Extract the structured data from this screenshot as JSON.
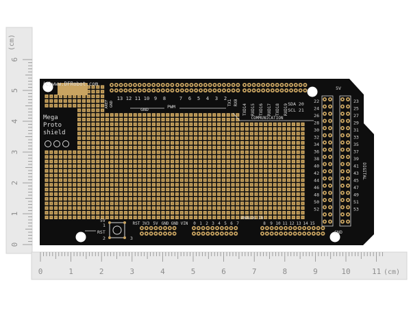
{
  "ruler_vertical": {
    "unit": "(cm)",
    "ticks": [
      "0",
      "1",
      "2",
      "3",
      "4",
      "5",
      "6"
    ]
  },
  "ruler_horizontal": {
    "unit": "(cm)",
    "ticks": [
      "0",
      "1",
      "2",
      "3",
      "4",
      "5",
      "6",
      "7",
      "8",
      "9",
      "10",
      "11"
    ]
  },
  "board": {
    "copyright": "(c)www.DFRobot.com",
    "title_lines": [
      "Mega",
      "Proto",
      "shield"
    ],
    "top_labels": {
      "aref": "AREF",
      "gnd_small": "GND",
      "pins_a": [
        "13",
        "12",
        "11",
        "10",
        "9",
        "8"
      ],
      "pins_b": [
        "7",
        "6",
        "5",
        "4",
        "3",
        "2"
      ],
      "tx": "TX1",
      "rx": "RX0",
      "gnd": "GND",
      "pwm": "PWM",
      "comm_pins": [
        "TXD14",
        "RXD15",
        "TXD16",
        "RXD17",
        "TXD18",
        "RXD19"
      ],
      "sda": "SDA 20",
      "scl": "SCL 21",
      "communication": "COMMUNICATION"
    },
    "right_header": {
      "top_label": "5V",
      "bottom_label": "GND",
      "left_nums": [
        "22",
        "24",
        "26",
        "28",
        "30",
        "32",
        "34",
        "36",
        "38",
        "40",
        "42",
        "44",
        "46",
        "48",
        "50",
        "52"
      ],
      "right_nums": [
        "23",
        "25",
        "27",
        "29",
        "31",
        "33",
        "35",
        "37",
        "39",
        "41",
        "43",
        "45",
        "47",
        "49",
        "51",
        "53"
      ],
      "digital": "DIGITAL"
    },
    "bottom_labels": {
      "power": [
        "RST",
        "3V3",
        "5V",
        "GND",
        "GND",
        "VIN"
      ],
      "analog_title": "ANALOG IN",
      "analog_a": [
        "0",
        "1",
        "2",
        "3",
        "4",
        "5",
        "6",
        "7"
      ],
      "analog_b": [
        "8",
        "9",
        "10",
        "11",
        "12",
        "13",
        "14",
        "15"
      ],
      "btn_5v": "5V",
      "btn_1": "1",
      "btn_rst": "RST",
      "btn_2": "2",
      "btn_3": "3"
    }
  },
  "colors": {
    "ruler_bg": "#e9e9e9",
    "ruler_mark": "#8c8c8c",
    "pcb": "#0e0e0e",
    "copper": "#c9a461",
    "copper_dark": "#9b7a3e",
    "silk": "#dcdcdc"
  }
}
